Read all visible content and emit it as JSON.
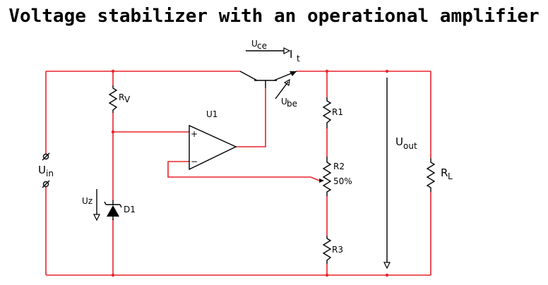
{
  "title": "Voltage stabilizer with an operational amplifier",
  "labels": {
    "u_ce": "U",
    "u_ce_sub": "ce",
    "i_t": "I",
    "i_t_sub": "t",
    "r_v": "R",
    "r_v_sub": "V",
    "u_be": "U",
    "u_be_sub": "be",
    "u1": "U1",
    "plus": "+",
    "minus": "−",
    "r1": "R1",
    "r2": "R2",
    "r2_pct": "50%",
    "r3": "R3",
    "u_out": "U",
    "u_out_sub": "out",
    "r_l": "R",
    "r_l_sub": "L",
    "u_in": "U",
    "u_in_sub": "in",
    "u_z": "Uz",
    "d1": "D1"
  }
}
